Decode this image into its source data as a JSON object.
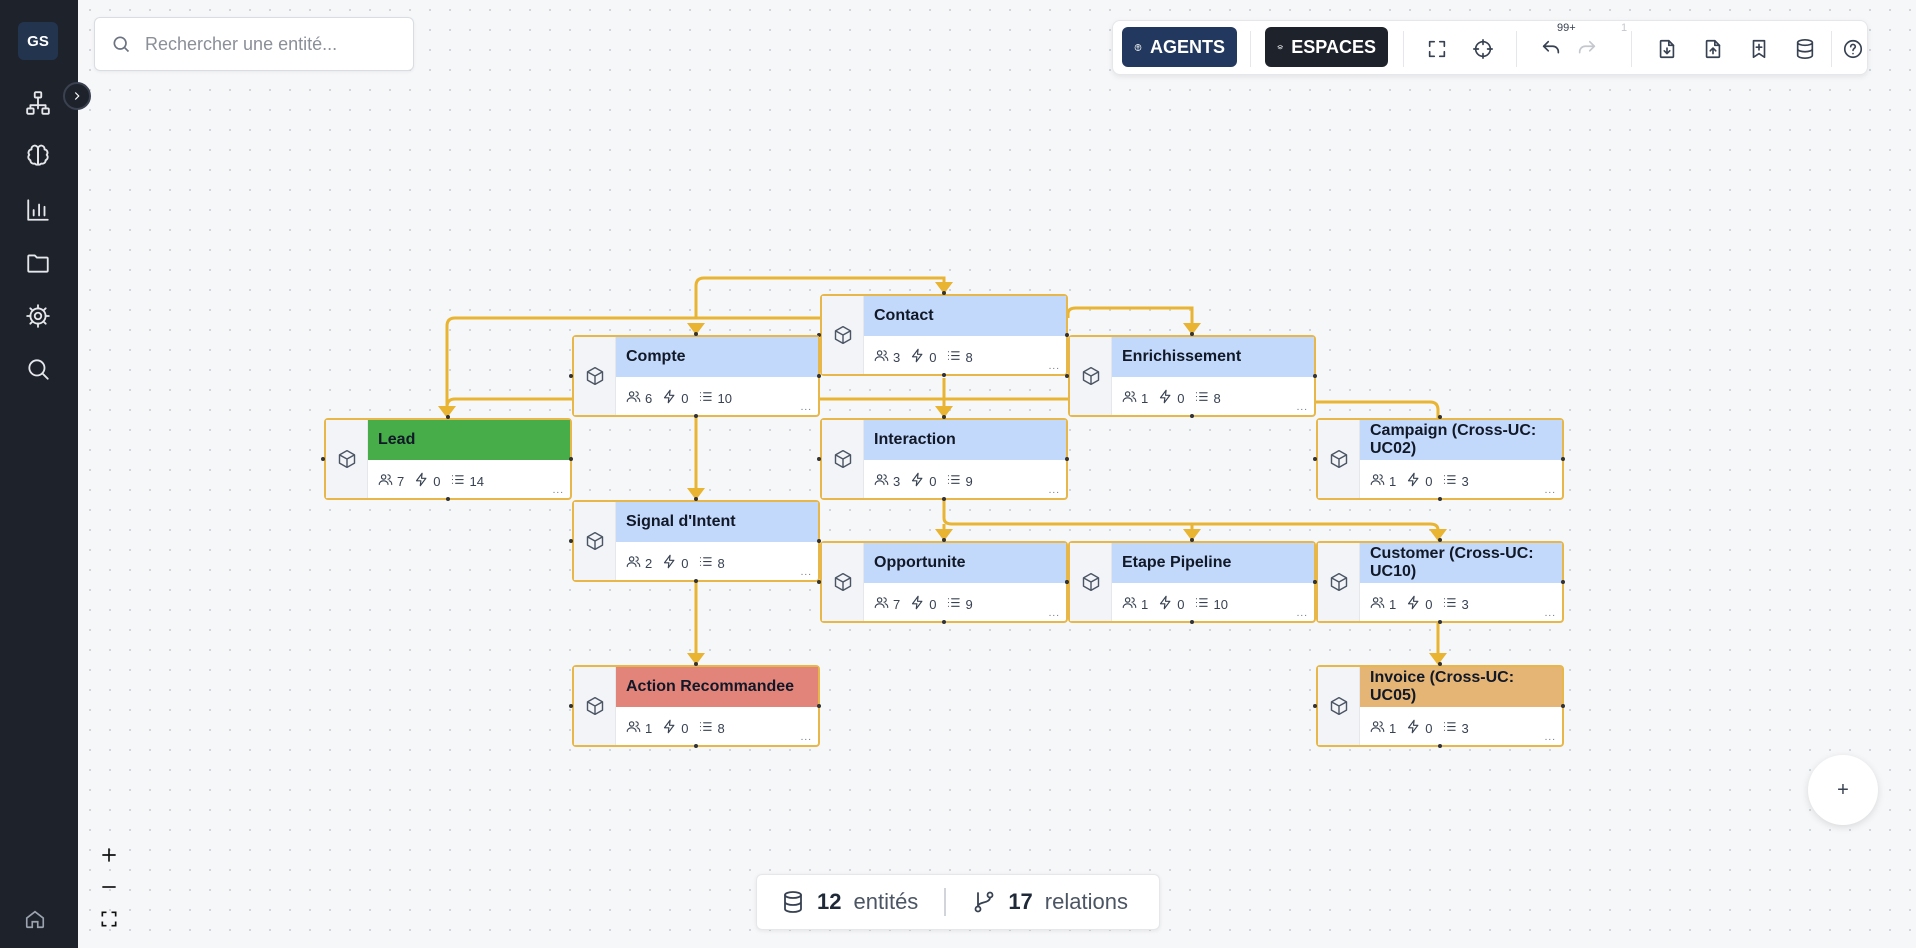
{
  "sidebar": {
    "avatar": "GS",
    "items": [
      {
        "name": "sitemap-icon"
      },
      {
        "name": "brain-icon"
      },
      {
        "name": "chart-icon"
      },
      {
        "name": "folder-icon"
      },
      {
        "name": "gear-icon"
      },
      {
        "name": "search-icon"
      }
    ]
  },
  "search": {
    "placeholder": "Rechercher une entité..."
  },
  "toolbar": {
    "agents_label": "AGENTS",
    "agents_color": "#23385e",
    "espaces_label": "ESPACES",
    "espaces_color": "#1e222b",
    "undo_count": "99+",
    "redo_count": "1"
  },
  "nodes": [
    {
      "id": "contact",
      "label": "Contact",
      "users": "3",
      "actions": "0",
      "fields": "8",
      "color": "#c3d9fb"
    },
    {
      "id": "compte",
      "label": "Compte",
      "users": "6",
      "actions": "0",
      "fields": "10",
      "color": "#c3d9fb"
    },
    {
      "id": "enrich",
      "label": "Enrichissement",
      "users": "1",
      "actions": "0",
      "fields": "8",
      "color": "#c3d9fb"
    },
    {
      "id": "lead",
      "label": "Lead",
      "users": "7",
      "actions": "0",
      "fields": "14",
      "color": "#46ad49"
    },
    {
      "id": "interaction",
      "label": "Interaction",
      "users": "3",
      "actions": "0",
      "fields": "9",
      "color": "#c3d9fb"
    },
    {
      "id": "campaign",
      "label": "Campaign (Cross-UC: UC02)",
      "users": "1",
      "actions": "0",
      "fields": "3",
      "color": "#c3d9fb"
    },
    {
      "id": "signal",
      "label": "Signal d'Intent",
      "users": "2",
      "actions": "0",
      "fields": "8",
      "color": "#c3d9fb"
    },
    {
      "id": "opport",
      "label": "Opportunite",
      "users": "7",
      "actions": "0",
      "fields": "9",
      "color": "#c3d9fb"
    },
    {
      "id": "etape",
      "label": "Etape Pipeline",
      "users": "1",
      "actions": "0",
      "fields": "10",
      "color": "#c3d9fb"
    },
    {
      "id": "customer",
      "label": "Customer (Cross-UC: UC10)",
      "users": "1",
      "actions": "0",
      "fields": "3",
      "color": "#c3d9fb"
    },
    {
      "id": "action",
      "label": "Action Recommandee",
      "users": "1",
      "actions": "0",
      "fields": "8",
      "color": "#e3847a"
    },
    {
      "id": "invoice",
      "label": "Invoice (Cross-UC: UC05)",
      "users": "1",
      "actions": "0",
      "fields": "3",
      "color": "#e4b574"
    }
  ],
  "edge_color": "#e8b432",
  "stats": {
    "entities_count": "12",
    "entities_label": "entités",
    "relations_count": "17",
    "relations_label": "relations"
  },
  "add_label": "+"
}
